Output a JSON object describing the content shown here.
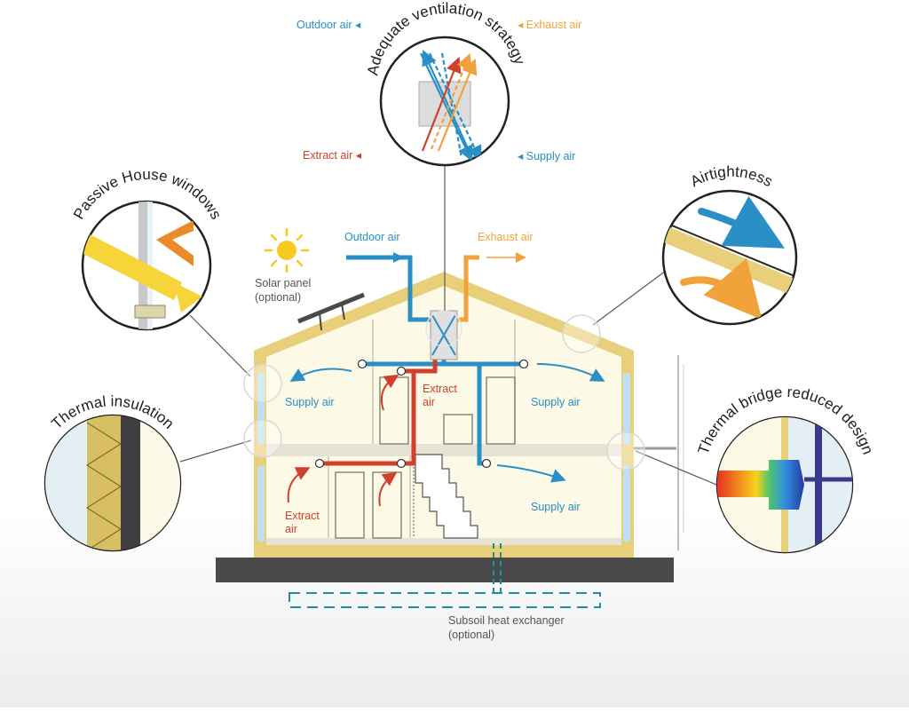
{
  "labels": {
    "top_outdoor_air": "Outdoor air",
    "top_exhaust_air": "Exhaust air",
    "top_extract_air": "Extract air",
    "top_supply_air": "Supply air",
    "ventilation_title": "Adequate ventilation strategy",
    "windows_title": "Passive House windows",
    "airtightness_title": "Airtightness",
    "insulation_title": "Thermal insulation",
    "thermal_bridge_title": "Thermal bridge reduced design",
    "solar_panel_line1": "Solar panel",
    "solar_panel_line2": "(optional)",
    "house_outdoor_air": "Outdoor air",
    "house_exhaust_air": "Exhaust air",
    "upper_left_supply": "Supply air",
    "upper_right_supply": "Supply air",
    "upper_extract_line1": "Extract",
    "upper_extract_line2": "air",
    "lower_extract_line1": "Extract",
    "lower_extract_line2": "air",
    "lower_right_supply": "Supply air",
    "subsoil_line1": "Subsoil heat exchanger",
    "subsoil_line2": "(optional)"
  },
  "colors": {
    "supply_blue": "#2a8fc4",
    "extract_red": "#d0402b",
    "exhaust_orange": "#f2a23a",
    "house_wall": "#e8cf7a",
    "interior": "#fdf9e7",
    "foundation": "#4a4a4a"
  }
}
